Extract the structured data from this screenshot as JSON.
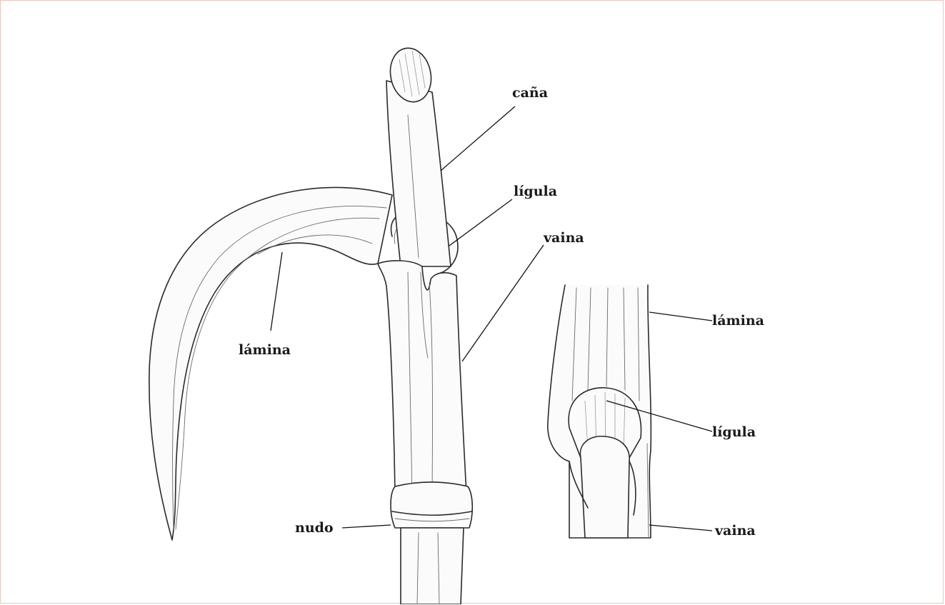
{
  "main_labels": {
    "cana": "caña",
    "ligula": "lígula",
    "vaina": "vaina",
    "lamina": "lámina",
    "nudo": "nudo"
  },
  "inset_labels": {
    "lamina": "lámina",
    "ligula": "lígula",
    "vaina": "vaina"
  }
}
